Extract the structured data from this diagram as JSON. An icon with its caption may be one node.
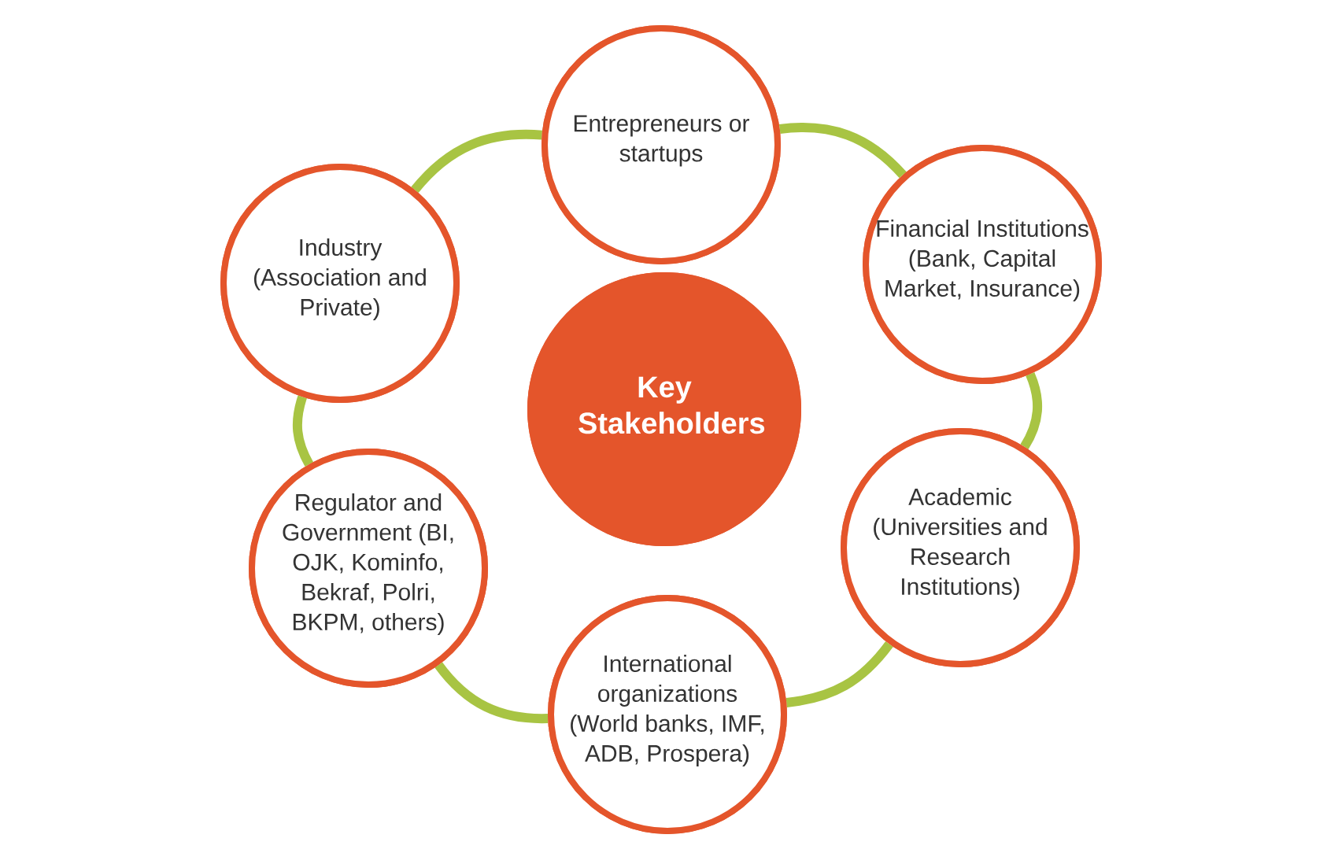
{
  "diagram": {
    "nodes": [
      {
        "text": [
          "Entrepreneurs or startups"
        ]
      },
      {
        "text": [
          "Financial Institutions (Bank, Capital Market, Insurance)"
        ]
      },
      {
        "text": [
          "Industry (Association and Private)"
        ]
      },
      {
        "text": [
          "Key Stakeholders"
        ]
      },
      {
        "text": [
          "Academic (Universities and Research Institutions)"
        ]
      },
      {
        "text": [
          "Regulator and Government (BI, OJK, Kominfo, Bekraf, Polri, BKPM, others)"
        ]
      },
      {
        "text": [
          "International organizations (World banks, IMF, ADB, Prospera)"
        ]
      }
    ],
    "edges": [
      {
        "from": 0,
        "to": 1,
        "arrow": "none"
      },
      {
        "from": 1,
        "to": 4,
        "arrow": "none"
      },
      {
        "from": 4,
        "to": 6,
        "arrow": "none"
      },
      {
        "from": 6,
        "to": 5,
        "arrow": "none"
      },
      {
        "from": 5,
        "to": 2,
        "arrow": "none"
      },
      {
        "from": 2,
        "to": 0,
        "arrow": "none"
      }
    ]
  }
}
